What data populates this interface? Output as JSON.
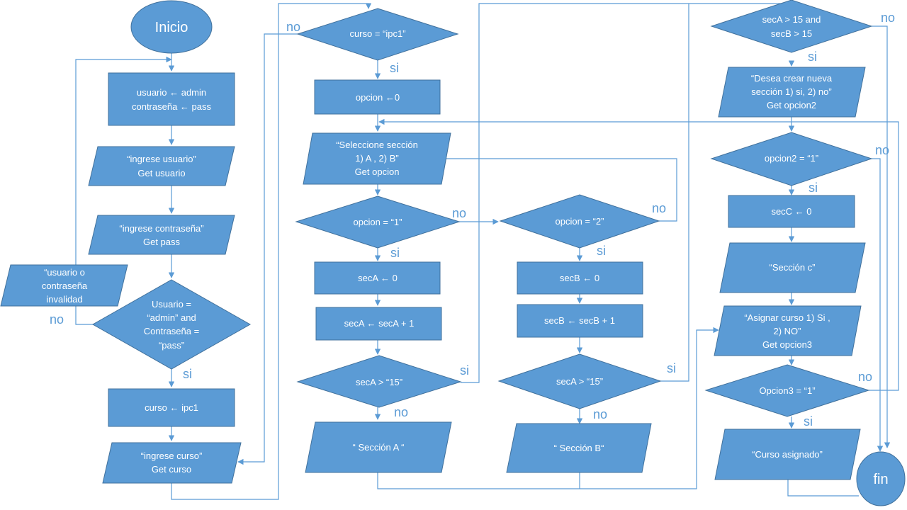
{
  "nodes": {
    "inicio": "Inicio",
    "init_line1": "usuario ← admin",
    "init_line2": "contraseña ← pass",
    "ask_user_line1": "“ingrese usuario”",
    "ask_user_line2": "Get usuario",
    "ask_pass_line1": "“ingrese contraseña”",
    "ask_pass_line2": "Get pass",
    "invalid_line1": "“usuario o",
    "invalid_line2": "contraseña",
    "invalid_line3": "invalidad",
    "check_line1": "Usuario =",
    "check_line2": "“admin” and",
    "check_line3": "Contraseña =",
    "check_line4": "“pass”",
    "curso_assign": "curso ← ipc1",
    "ask_curso_line1": "“ingrese curso”",
    "ask_curso_line2": "Get curso",
    "curso_check": "curso = “ipc1”",
    "opcion_init": "opcion ←0",
    "sel_line1": "“Seleccione sección",
    "sel_line2": "1) A , 2) B”",
    "sel_line3": "Get opcion",
    "opcion1_check": "opcion = “1”",
    "opcion2_check": "opcion = “2”",
    "secA_zero": "secA ← 0",
    "secA_inc": "secA ← secA + 1",
    "secA_check": "secA > “15”",
    "secA_out": "“ Sección  A “",
    "secB_zero": "secB ← 0",
    "secB_inc": "secB ← secB + 1",
    "secB_check": "secA > “15”",
    "secB_out": "“ Sección  B“",
    "full_line1": "secA > 15 and",
    "full_line2": "secB > 15",
    "new_sec_line1": "“Desea crear nueva",
    "new_sec_line2": "sección  1) si, 2) no”",
    "new_sec_line3": "Get opcion2",
    "opcion2b_check": "opcion2 = “1”",
    "secC_zero": "secC ← 0",
    "secC_out": "“Sección c”",
    "assign_line1": "“Asignar curso 1) Si ,",
    "assign_line2": "2) NO”",
    "assign_line3": "Get opcion3",
    "opcion3_check": "Opcion3 = “1”",
    "assigned_out": "“Curso asignado”",
    "fin": "fin"
  },
  "labels": {
    "si": "si",
    "no": "no"
  },
  "colors": {
    "shape_fill": "#5b9bd5",
    "shape_stroke": "#41719c",
    "connector": "#5b9bd5",
    "text": "#ffffff"
  }
}
